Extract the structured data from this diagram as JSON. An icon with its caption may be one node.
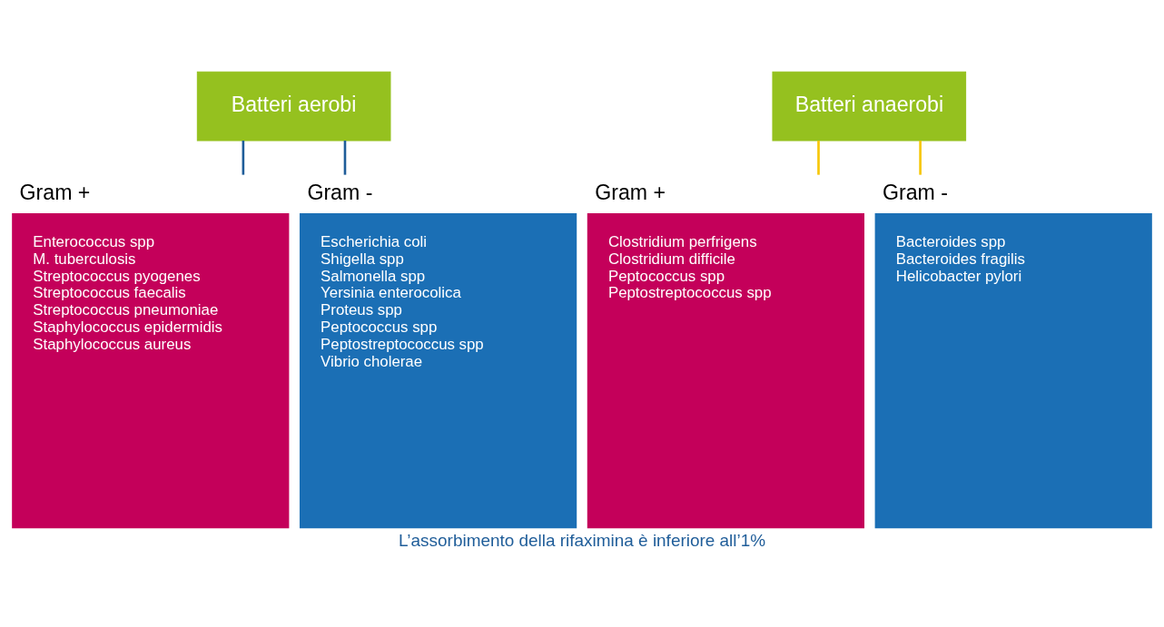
{
  "diagram": {
    "caption": "L’assorbimento della rifaximina è inferiore all’1%",
    "nodes": [
      {
        "text": [
          "Batteri aerobi"
        ]
      },
      {
        "text": [
          "Gram +",
          "Enterococcus spp",
          "M. tuberculosis",
          "Streptococcus pyogenes",
          "Streptococcus faecalis",
          "Streptococcus pneumoniae",
          "Staphylococcus epidermidis",
          "Staphylococcus aureus"
        ]
      },
      {
        "text": [
          "Gram -",
          "Escherichia coli",
          "Shigella spp",
          "Salmonella spp",
          "Yersinia enterocolica",
          "Proteus spp",
          "Peptococcus spp",
          "Peptostreptococcus spp",
          "Vibrio cholerae"
        ]
      },
      {
        "text": [
          "Batteri anaerobi"
        ]
      },
      {
        "text": [
          "Gram +",
          "Clostridium perfrigens",
          "Clostridium difficile",
          "Peptococcus spp",
          "Peptostreptococcus spp"
        ]
      },
      {
        "text": [
          "Gram -",
          "Bacteroides spp",
          "Bacteroides fragilis",
          "Helicobacter pylori"
        ]
      }
    ],
    "edges": [
      {
        "from": 0,
        "to": 1,
        "arrow": "none",
        "color": "#1f5d99"
      },
      {
        "from": 0,
        "to": 2,
        "arrow": "none",
        "color": "#1f5d99"
      },
      {
        "from": 3,
        "to": 4,
        "arrow": "none",
        "color": "#f7c600"
      },
      {
        "from": 3,
        "to": 5,
        "arrow": "none",
        "color": "#f7c600"
      }
    ]
  }
}
